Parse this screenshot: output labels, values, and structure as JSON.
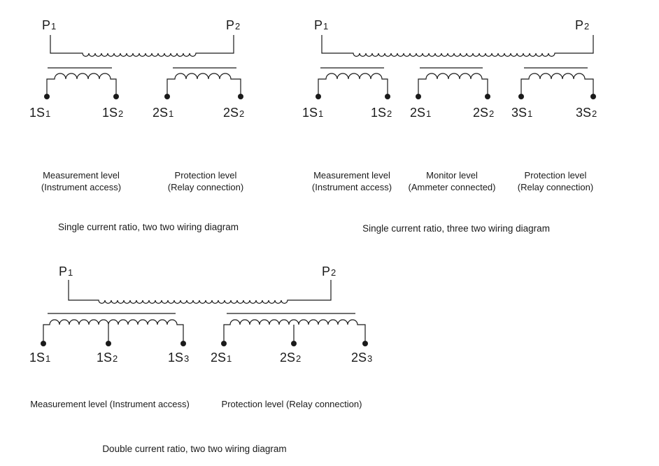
{
  "diagrams": [
    {
      "primary": {
        "p1": "P1",
        "p2": "P2"
      },
      "secondaries": [
        {
          "left": "1S1",
          "right": "1S2",
          "level": "Measurement level",
          "use": "(Instrument access)"
        },
        {
          "left": "2S1",
          "right": "2S2",
          "level": "Protection level",
          "use": "(Relay connection)"
        }
      ],
      "caption": "Single current ratio, two two wiring diagram"
    },
    {
      "primary": {
        "p1": "P1",
        "p2": "P2"
      },
      "secondaries": [
        {
          "left": "1S1",
          "right": "1S2",
          "level": "Measurement level",
          "use": "(Instrument access)"
        },
        {
          "left": "2S1",
          "right": "2S2",
          "level": "Monitor level",
          "use": "(Ammeter connected)"
        },
        {
          "left": "3S1",
          "right": "3S2",
          "level": "Protection level",
          "use": "(Relay connection)"
        }
      ],
      "caption": "Single current ratio, three two wiring diagram"
    },
    {
      "primary": {
        "p1": "P1",
        "p2": "P2"
      },
      "secondaries": [
        {
          "left": "1S1",
          "mid": "1S2",
          "right": "1S3",
          "label": "Measurement level (Instrument access)"
        },
        {
          "left": "2S1",
          "mid": "2S2",
          "right": "2S3",
          "label": "Protection level (Relay connection)"
        }
      ],
      "caption": "Double current ratio, two two wiring diagram"
    }
  ]
}
